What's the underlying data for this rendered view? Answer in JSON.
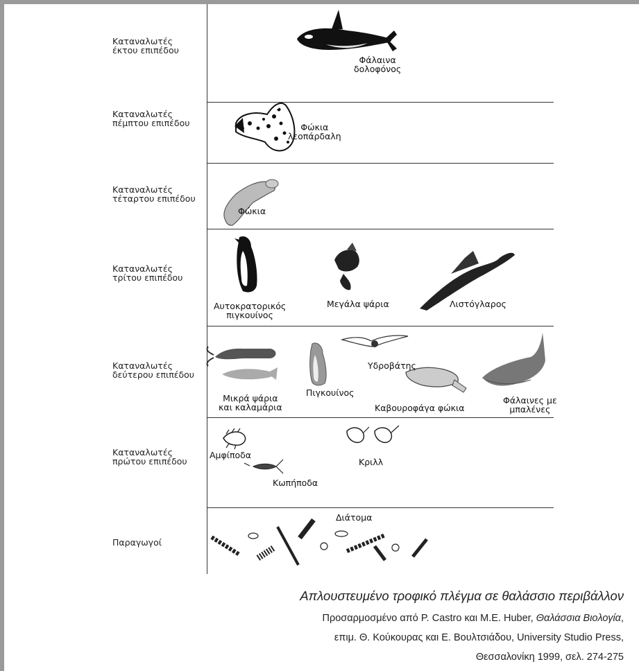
{
  "levels": [
    {
      "label_line1": "Καταναλωτές",
      "label_line2": "έκτου επιπέδου"
    },
    {
      "label_line1": "Καταναλωτές",
      "label_line2": "πέμπτου επιπέδου"
    },
    {
      "label_line1": "Καταναλωτές",
      "label_line2": "τέταρτου επιπέδου"
    },
    {
      "label_line1": "Καταναλωτές",
      "label_line2": "τρίτου επιπέδου"
    },
    {
      "label_line1": "Καταναλωτές",
      "label_line2": "δεύτερου επιπέδου"
    },
    {
      "label_line1": "Καταναλωτές",
      "label_line2": "πρώτου επιπέδου"
    },
    {
      "label_line1": "Παραγωγοί",
      "label_line2": ""
    }
  ],
  "organisms": {
    "killer_whale": [
      "Φάλαινα",
      "δολοφόνος"
    ],
    "leopard_seal": [
      "Φώκια",
      "λεοπάρδαλη"
    ],
    "seal": "Φώκια",
    "emperor_penguin": [
      "Αυτοκρατορικός",
      "πιγκουίνος"
    ],
    "large_fish": "Μεγάλα ψάρια",
    "albatross": "Λιστόγλαρος",
    "small_fish_squid": [
      "Μικρά ψάρια",
      "και καλαμάρια"
    ],
    "penguin": "Πιγκουίνος",
    "seabird": "Υδροβάτης",
    "crabeater_seal": "Καβουροφάγα φώκια",
    "baleen_whales": [
      "Φάλαινες με",
      "μπαλένες"
    ],
    "amphipods": "Αμφίποδα",
    "copepods": "Κωπήποδα",
    "krill": "Κριλλ",
    "diatoms": "Διάτομα"
  },
  "caption": {
    "title": "Απλουστευμένο τροφικό πλέγμα σε θαλάσσιο περιβάλλον",
    "source_prefix": "Προσαρμοσμένο από P. Castro και M.E. Huber, ",
    "source_book": "Θαλάσσια Βιολογία",
    "source_suffix": ",",
    "line3": "επιμ. Θ. Κούκουρας και Ε. Βουλτσιάδου, University Studio Press,",
    "line4": "Θεσσαλονίκη 1999, σελ. 274-275"
  }
}
